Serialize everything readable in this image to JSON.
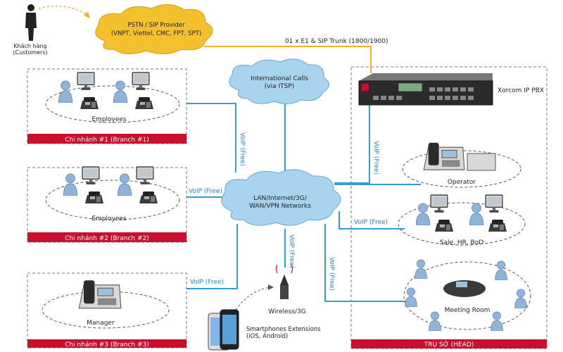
{
  "customers": {
    "label_line1": "Khách hàng",
    "label_line2": "(Customers)"
  },
  "pstn": {
    "line1": "PSTN / SIP Provider",
    "line2": "(VNPT, Viettel, CMC, FPT, SPT)"
  },
  "trunk_label": "01 x E1 & SIP Trunk (1800/1900)",
  "itsp": {
    "line1": "International Calls",
    "line2": "(via ITSP)"
  },
  "lan": {
    "line1": "LAN/Internet/3G/",
    "line2": "WAN/VPN Networks"
  },
  "pbx_label": "Xorcom IP PBX",
  "voip_label": "VoIP (Free)",
  "branch1": {
    "group_label": "Employees",
    "footer": "Chi nhánh #1 (Branch #1)"
  },
  "branch2": {
    "group_label": "Employees",
    "footer": "Chi nhánh #2 (Branch #2)"
  },
  "branch3": {
    "group_label": "Manager",
    "footer": "Chi nhánh #3 (Branch #3)"
  },
  "head": {
    "operator_label": "Operator",
    "sales_label": "Sale, HR, BoD",
    "meeting_label": "Meeting Room",
    "footer": "TRỤ SỞ (HEAD)"
  },
  "wireless_label": "Wireless/3G",
  "smartphones": {
    "line1": "Smartphones Extensions",
    "line2": "(iOS, Android)"
  },
  "colors": {
    "cloud_blue": "#a8d4f0",
    "cloud_orange": "#f5c02e",
    "link_blue": "#2f9fd8",
    "link_orange": "#f0b030",
    "footer_red": "#c8102e",
    "person": "#8fb4d8"
  }
}
